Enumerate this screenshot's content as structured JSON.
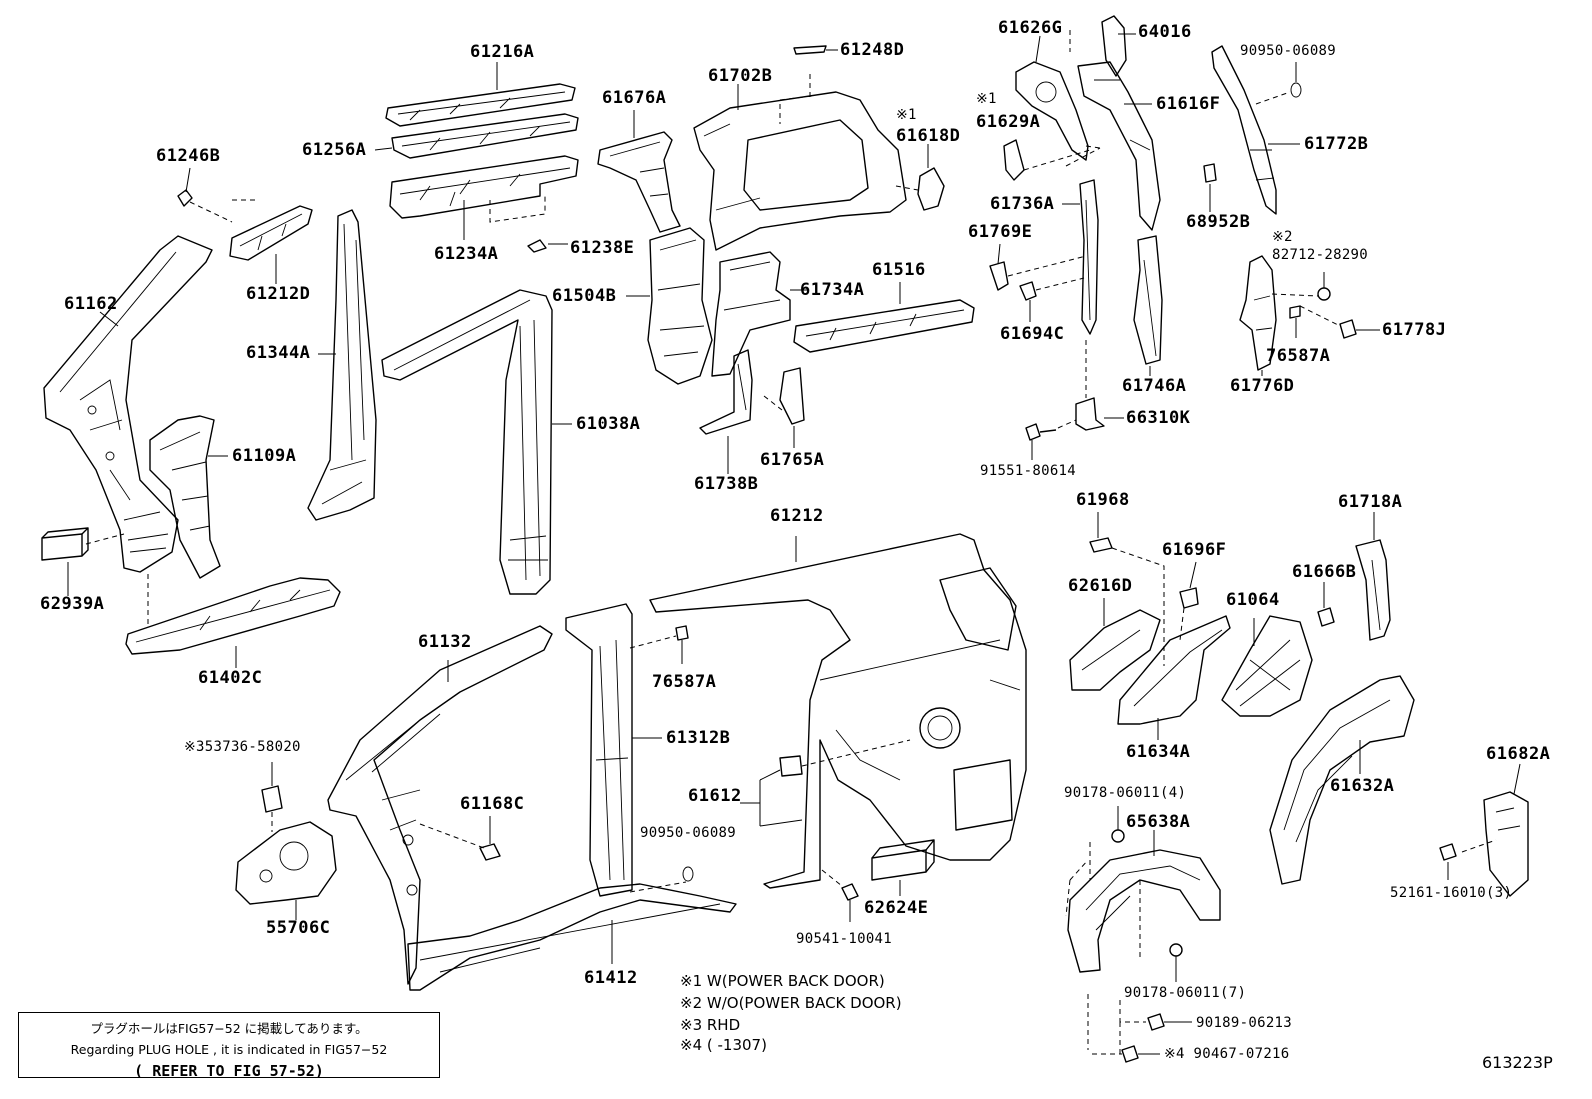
{
  "labels": {
    "p61216A": "61216A",
    "p61256A": "61256A",
    "p61246B": "61246B",
    "p61212D": "61212D",
    "p61234A": "61234A",
    "p61238E": "61238E",
    "p61162": "61162",
    "p61344A": "61344A",
    "p61109A": "61109A",
    "p62939A": "62939A",
    "p61402C": "61402C",
    "p61038A": "61038A",
    "p61676A": "61676A",
    "p61504B": "61504B",
    "p61702B": "61702B",
    "p61248D": "61248D",
    "p61618D_note": "※1",
    "p61618D": "61618D",
    "p61734A": "61734A",
    "p61516": "61516",
    "p61738B": "61738B",
    "p61765A": "61765A",
    "p61626G": "61626G",
    "p64016": "64016",
    "p61629A_note": "※1",
    "p61629A": "61629A",
    "p61616F": "61616F",
    "p61736A": "61736A",
    "p61769E": "61769E",
    "p61694C": "61694C",
    "p61746A": "61746A",
    "p66310K": "66310K",
    "p91551": "91551-80614",
    "p90950a": "90950-06089",
    "p61772B": "61772B",
    "p68952B": "68952B",
    "p82712_note": "※2",
    "p82712": "82712-28290",
    "p61778J": "61778J",
    "p76587A_r": "76587A",
    "p61776D": "61776D",
    "p61212": "61212",
    "p61132": "61132",
    "p76587A": "76587A",
    "p61312B": "61312B",
    "p353736": "※353736-58020",
    "p61168C": "61168C",
    "p55706C": "55706C",
    "p61612": "61612",
    "p90950b": "90950-06089",
    "p62624E": "62624E",
    "p90541": "90541-10041",
    "p61412": "61412",
    "p61968": "61968",
    "p61696F": "61696F",
    "p62616D": "62616D",
    "p61064": "61064",
    "p61666B": "61666B",
    "p61718A": "61718A",
    "p61634A": "61634A",
    "p61632A": "61632A",
    "p61682A": "61682A",
    "p52161": "52161-16010(3)",
    "p90178a": "90178-06011(4)",
    "p65638A": "65638A",
    "p90178b": "90178-06011(7)",
    "p90189": "90189-06213",
    "p90467": "※4 90467-07216"
  },
  "notes": {
    "n1": "※1 W(POWER BACK DOOR)",
    "n2": "※2 W/O(POWER BACK DOOR)",
    "n3": "※3 RHD",
    "n4": "※4 (        -1307)"
  },
  "reference": {
    "line_jp": "プラグホールはFIG57−52 に掲載してあります。",
    "line_en": "Regarding PLUG HOLE , it is indicated in FIG57−52",
    "line_ref": "( REFER TO FIG 57-52)"
  },
  "figure_code": "613223P"
}
